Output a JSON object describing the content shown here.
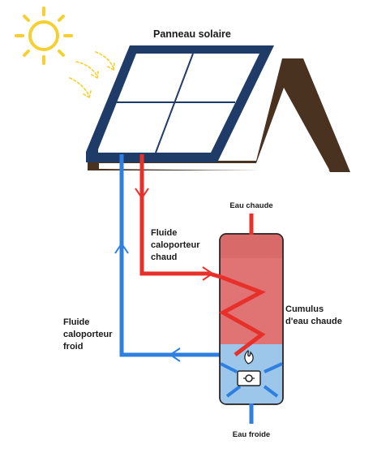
{
  "labels": {
    "panel": "Panneau solaire",
    "hot_water": "Eau chaude",
    "cold_water": "Eau froide",
    "hot_fluid": [
      "Fluide",
      "caloporteur",
      "chaud"
    ],
    "cold_fluid": [
      "Fluide",
      "caloporteur",
      "froid"
    ],
    "tank": [
      "Cumulus",
      "d'eau chaude"
    ]
  },
  "colors": {
    "sun": "#f5d030",
    "roof": "#4a3220",
    "panel_frame": "#1f3c68",
    "panel_cell": "#ffffff",
    "hot_pipe": "#e8302a",
    "cold_pipe": "#2f7fe0",
    "tank_hot": "#e07373",
    "tank_hot_top": "#d96a6a",
    "tank_cold": "#9cc7ea",
    "tank_outline": "#222222"
  }
}
